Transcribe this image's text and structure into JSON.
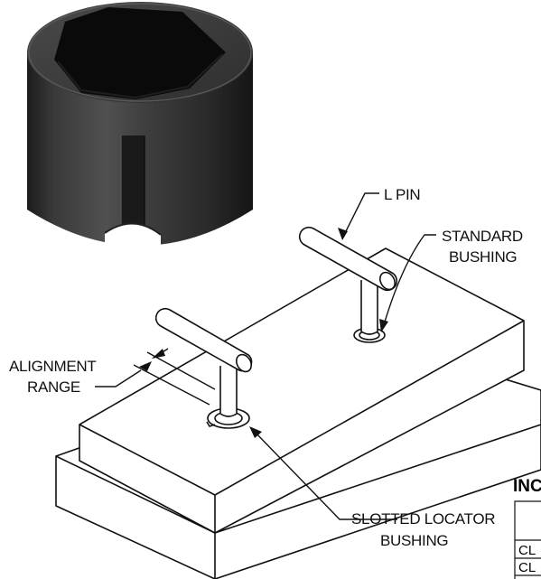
{
  "labels": {
    "l_pin": "L PIN",
    "standard_bushing": [
      "STANDARD",
      "BUSHING"
    ],
    "alignment_range": [
      "ALIGNMENT",
      "RANGE"
    ],
    "slotted_locator_bushing": [
      "SLOTTED LOCATOR",
      "BUSHING"
    ]
  },
  "table": {
    "title_fragment": "INC",
    "row_fragments": [
      "CL",
      "CL"
    ]
  }
}
